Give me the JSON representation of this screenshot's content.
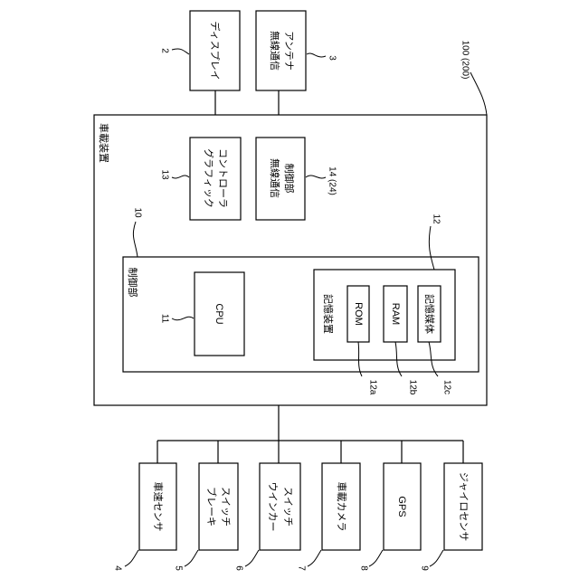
{
  "device": {
    "ref": "100 (200)",
    "title": "車載装置"
  },
  "external_top": {
    "display": {
      "ref": "2",
      "label": "ディスプレイ"
    },
    "antenna": {
      "ref": "3",
      "label_line1": "無線通信",
      "label_line2": "アンテナ"
    }
  },
  "graphics_controller": {
    "ref": "13",
    "label_line1": "グラフィック",
    "label_line2": "コントローラ"
  },
  "wireless_controller": {
    "ref": "14 (24)",
    "label_line1": "無線通信",
    "label_line2": "制御部"
  },
  "control_unit": {
    "ref": "10",
    "title": "制御部",
    "cpu": {
      "ref": "11",
      "label": "CPU"
    }
  },
  "storage": {
    "ref": "12",
    "title": "記憶装置",
    "rom": {
      "ref": "12a",
      "label": "ROM"
    },
    "ram": {
      "ref": "12b",
      "label": "RAM"
    },
    "medium": {
      "ref": "12c",
      "label": "記憶媒体"
    }
  },
  "sensors": [
    {
      "ref": "4",
      "line1": "車速センサ",
      "line2": ""
    },
    {
      "ref": "5",
      "line1": "ブレーキ",
      "line2": "スイッチ"
    },
    {
      "ref": "6",
      "line1": "ウインカー",
      "line2": "スイッチ"
    },
    {
      "ref": "7",
      "line1": "車載カメラ",
      "line2": ""
    },
    {
      "ref": "8",
      "line1": "GPS",
      "line2": ""
    },
    {
      "ref": "9",
      "line1": "ジャイロセンサ",
      "line2": ""
    }
  ]
}
